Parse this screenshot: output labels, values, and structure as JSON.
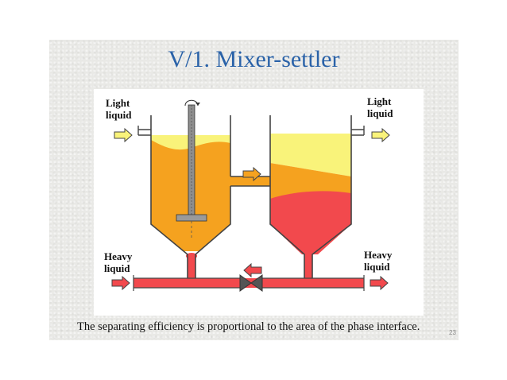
{
  "slide": {
    "title": "V/1. Mixer-settler",
    "caption": "The separating efficiency is proportional to the area of the phase interface.",
    "page_number": "23"
  },
  "labels": {
    "light_in": "Light\nliquid",
    "light_out": "Light\nliquid",
    "heavy_in": "Heavy\nliquid",
    "heavy_out": "Heavy\nliquid"
  },
  "colors": {
    "title": "#2a62a8",
    "light_liquid": "#f9f37a",
    "mixture": "#f5a21f",
    "heavy_liquid": "#f2494d",
    "outline": "#444444"
  },
  "icons": [
    "arrow-right-icon",
    "arrow-left-icon",
    "valve-icon",
    "stirrer-icon"
  ]
}
